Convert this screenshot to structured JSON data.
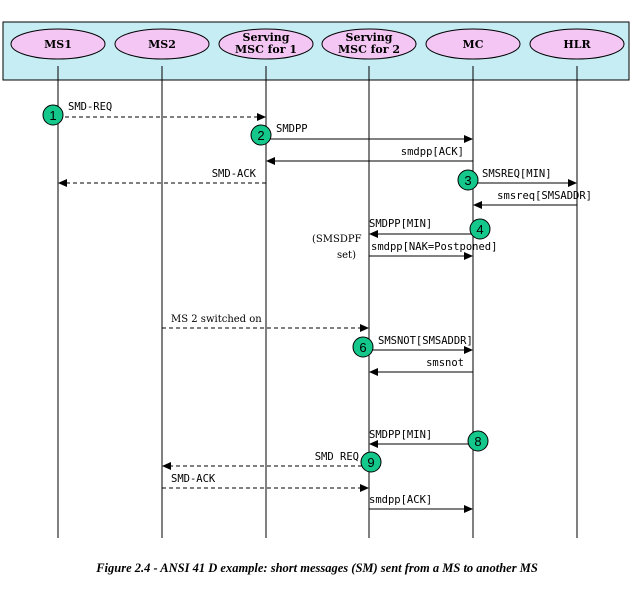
{
  "entities": [
    {
      "id": "ms1",
      "lines": [
        "MS1"
      ]
    },
    {
      "id": "ms2",
      "lines": [
        "MS2"
      ]
    },
    {
      "id": "msc1",
      "lines": [
        "Serving",
        "MSC for 1"
      ]
    },
    {
      "id": "msc2",
      "lines": [
        "Serving",
        "MSC for 2"
      ]
    },
    {
      "id": "mc",
      "lines": [
        "MC"
      ]
    },
    {
      "id": "hlr",
      "lines": [
        "HLR"
      ]
    }
  ],
  "messages": [
    {
      "id": "m1",
      "label": "SMD-REQ",
      "from": "ms1",
      "to": "msc1",
      "dashed": true
    },
    {
      "id": "m2",
      "label": "SMDPP",
      "from": "msc1",
      "to": "mc",
      "dashed": false
    },
    {
      "id": "m3",
      "label": "smdpp[ACK]",
      "from": "mc",
      "to": "msc1",
      "dashed": false
    },
    {
      "id": "m4",
      "label": "SMD-ACK",
      "from": "msc1",
      "to": "ms1",
      "dashed": true
    },
    {
      "id": "m5",
      "label": "SMSREQ[MIN]",
      "from": "mc",
      "to": "hlr",
      "dashed": false
    },
    {
      "id": "m6",
      "label": "smsreq[SMSADDR]",
      "from": "hlr",
      "to": "mc",
      "dashed": false
    },
    {
      "id": "m7",
      "label": "SMDPP[MIN]",
      "from": "mc",
      "to": "msc2",
      "dashed": false
    },
    {
      "id": "m8",
      "label": "smdpp[NAK=Postponed]",
      "from": "msc2",
      "to": "mc",
      "dashed": false
    },
    {
      "id": "m9",
      "label": "MS 2 switched on",
      "from": "ms2",
      "to": "msc2",
      "dashed": true
    },
    {
      "id": "m10",
      "label": "SMSNOT[SMSADDR]",
      "from": "msc2",
      "to": "mc",
      "dashed": false
    },
    {
      "id": "m11",
      "label": "smsnot",
      "from": "mc",
      "to": "msc2",
      "dashed": false
    },
    {
      "id": "m12",
      "label": "SMDPP[MIN]",
      "from": "mc",
      "to": "msc2",
      "dashed": false
    },
    {
      "id": "m13",
      "label": "SMD REQ",
      "from": "msc2",
      "to": "ms2",
      "dashed": true
    },
    {
      "id": "m14",
      "label": "SMD-ACK",
      "from": "ms2",
      "to": "msc2",
      "dashed": true
    },
    {
      "id": "m15",
      "label": "smdpp[ACK]",
      "from": "msc2",
      "to": "mc",
      "dashed": false
    }
  ],
  "steps": [
    "1",
    "2",
    "3",
    "4",
    "6",
    "8",
    "9"
  ],
  "note": {
    "lines": [
      "(SMSDPF",
      "set)"
    ]
  },
  "caption": "Figure 2.4 - ANSI 41 D example: short messages (SM) sent from a MS to another MS",
  "colors": {
    "header_bg": "#c6ecf4",
    "entity_fill": "#f3c6f3",
    "step_fill": "#14c88c",
    "line": "#000000"
  }
}
